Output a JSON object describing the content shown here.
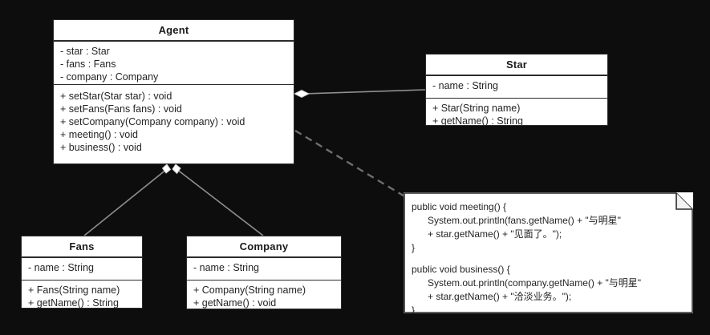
{
  "diagram": {
    "type": "uml-class-diagram",
    "background_color": "#0d0d0d",
    "box_fill": "#ffffff",
    "line_color": "#2b2b2b",
    "dashed_link_color": "#6e6e6e"
  },
  "classes": {
    "agent": {
      "name": "Agent",
      "attributes": [
        "- star : Star",
        "- fans : Fans",
        "- company : Company"
      ],
      "operations": [
        "+ setStar(Star star) : void",
        "+ setFans(Fans fans) : void",
        "+ setCompany(Company company) : void",
        "+ meeting() : void",
        "+ business() : void"
      ]
    },
    "star": {
      "name": "Star",
      "attributes": [
        "- name : String"
      ],
      "operations": [
        "+ Star(String name)",
        "+ getName() : String"
      ]
    },
    "fans": {
      "name": "Fans",
      "attributes": [
        "- name : String"
      ],
      "operations": [
        "+ Fans(String name)",
        "+ getName() : String"
      ]
    },
    "company": {
      "name": "Company",
      "attributes": [
        "- name : String"
      ],
      "operations": [
        "+ Company(String name)",
        "+ getName() : void"
      ]
    }
  },
  "note": {
    "lines": [
      "public void meeting() {",
      "      System.out.println(fans.getName() + \"与明星\"",
      "      + star.getName() + \"见面了。\");",
      "}",
      "",
      "public void business() {",
      "      System.out.println(company.getName() + \"与明星\"",
      "      + star.getName() + \"洽淡业务。\");",
      "}"
    ]
  },
  "relations": [
    {
      "name": "agent-aggregates-star",
      "kind": "aggregation",
      "from": "agent",
      "to": "star"
    },
    {
      "name": "agent-aggregates-fans",
      "kind": "aggregation",
      "from": "agent",
      "to": "fans"
    },
    {
      "name": "agent-aggregates-company",
      "kind": "aggregation",
      "from": "agent",
      "to": "company"
    },
    {
      "name": "agent-note-anchor",
      "kind": "dashed-link",
      "from": "agent",
      "to": "note"
    }
  ]
}
